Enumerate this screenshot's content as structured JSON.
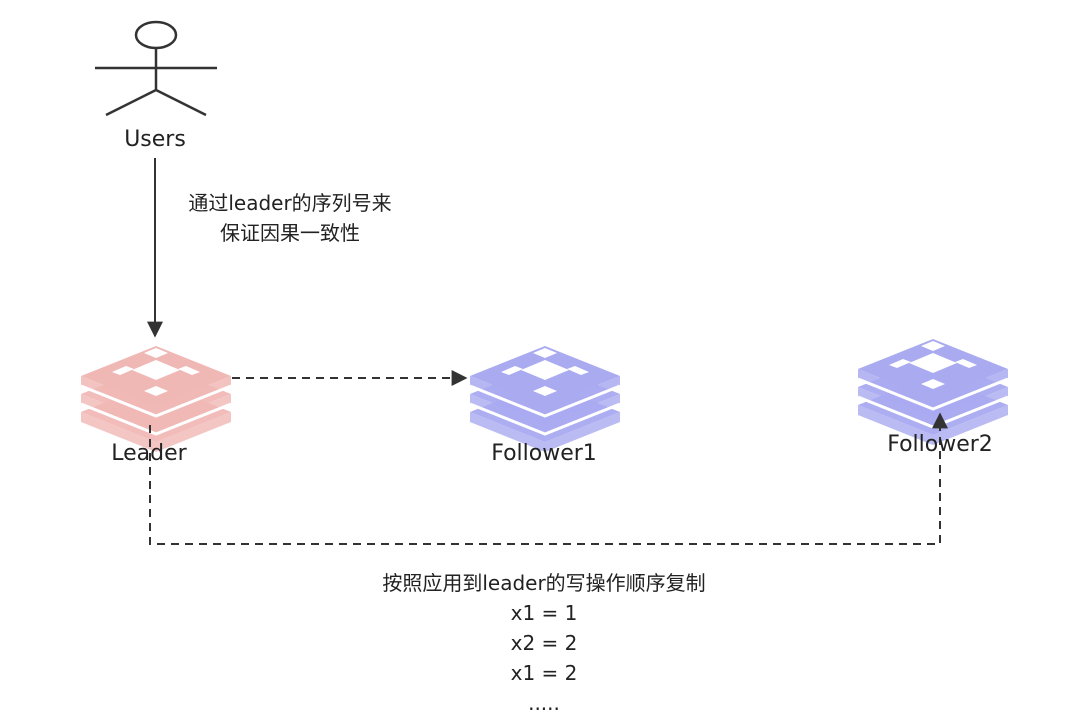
{
  "actor": {
    "label": "Users"
  },
  "edge_note": {
    "line1": "通过leader的序列号来",
    "line2": "保证因果一致性"
  },
  "nodes": {
    "leader": {
      "label": "Leader",
      "color": "#f0b8b5"
    },
    "follower1": {
      "label": "Follower1",
      "color": "#a9aaf0"
    },
    "follower2": {
      "label": "Follower2",
      "color": "#a9aaf0"
    }
  },
  "bottom_note": {
    "line1": "按照应用到leader的写操作顺序复制",
    "line2": "x1 = 1",
    "line3": "x2 = 2",
    "line4": "x1 = 2",
    "line5": "....."
  },
  "colors": {
    "line": "#333333",
    "leader_fill": "#f0b8b5",
    "follower_fill": "#a9aaf0"
  }
}
